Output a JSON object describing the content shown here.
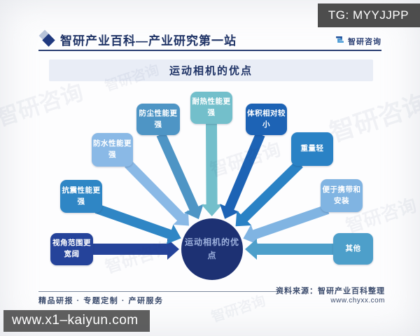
{
  "badge": {
    "text": "TG: MYYJJPP"
  },
  "header": {
    "title": "智研产业百科—产业研究第一站",
    "logo_text": "智研咨询"
  },
  "banner": {
    "title": "运动相机的优点"
  },
  "diagram": {
    "center": {
      "label": "运动相机的优\n点",
      "color": "#1d3173",
      "text_color": "#9db1dd"
    },
    "nodes": [
      {
        "id": "wide-view",
        "label": "视角范围更\n宽阔",
        "color": "#25439a"
      },
      {
        "id": "shock-resistance",
        "label": "抗震性能更\n强",
        "color": "#2f86c5"
      },
      {
        "id": "waterproof",
        "label": "防水性能更\n强",
        "color": "#8ab9e6"
      },
      {
        "id": "dustproof",
        "label": "防尘性能更\n强",
        "color": "#4e95c5"
      },
      {
        "id": "heat-resistance",
        "label": "耐热性能更\n强",
        "color": "#73bfcb"
      },
      {
        "id": "small-size",
        "label": "体积相对较\n小",
        "color": "#1d63b5"
      },
      {
        "id": "light-weight",
        "label": "重量轻",
        "color": "#2a82c5"
      },
      {
        "id": "easy-carry",
        "label": "便于携带和\n安装",
        "color": "#80b4e2"
      },
      {
        "id": "other",
        "label": "其他",
        "color": "#4d9fca"
      }
    ]
  },
  "footer": {
    "tagline": "精品研报 · 专题定制 · 产研服务",
    "source_label": "资料来源：智研产业百科整理",
    "source_url": "www.chyxx.com"
  },
  "watermark": {
    "text": "www.x1–kaiyun.com"
  },
  "ghost_watermark": "智研咨询"
}
